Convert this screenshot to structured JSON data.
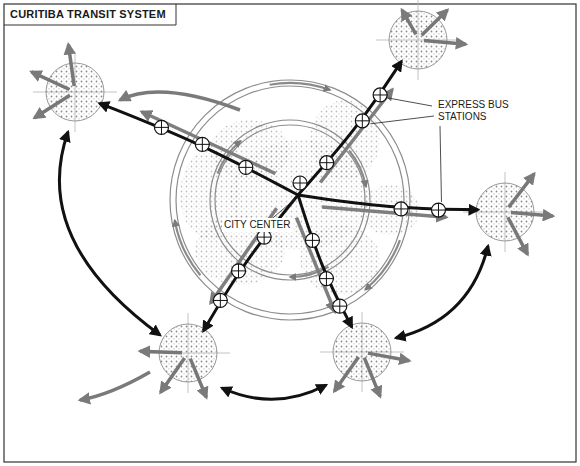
{
  "diagram": {
    "title": "CURITIBA TRANSIT SYSTEM",
    "labels": [
      "EXPRESS BUS STATIONS",
      "CITY CENTER"
    ]
  }
}
